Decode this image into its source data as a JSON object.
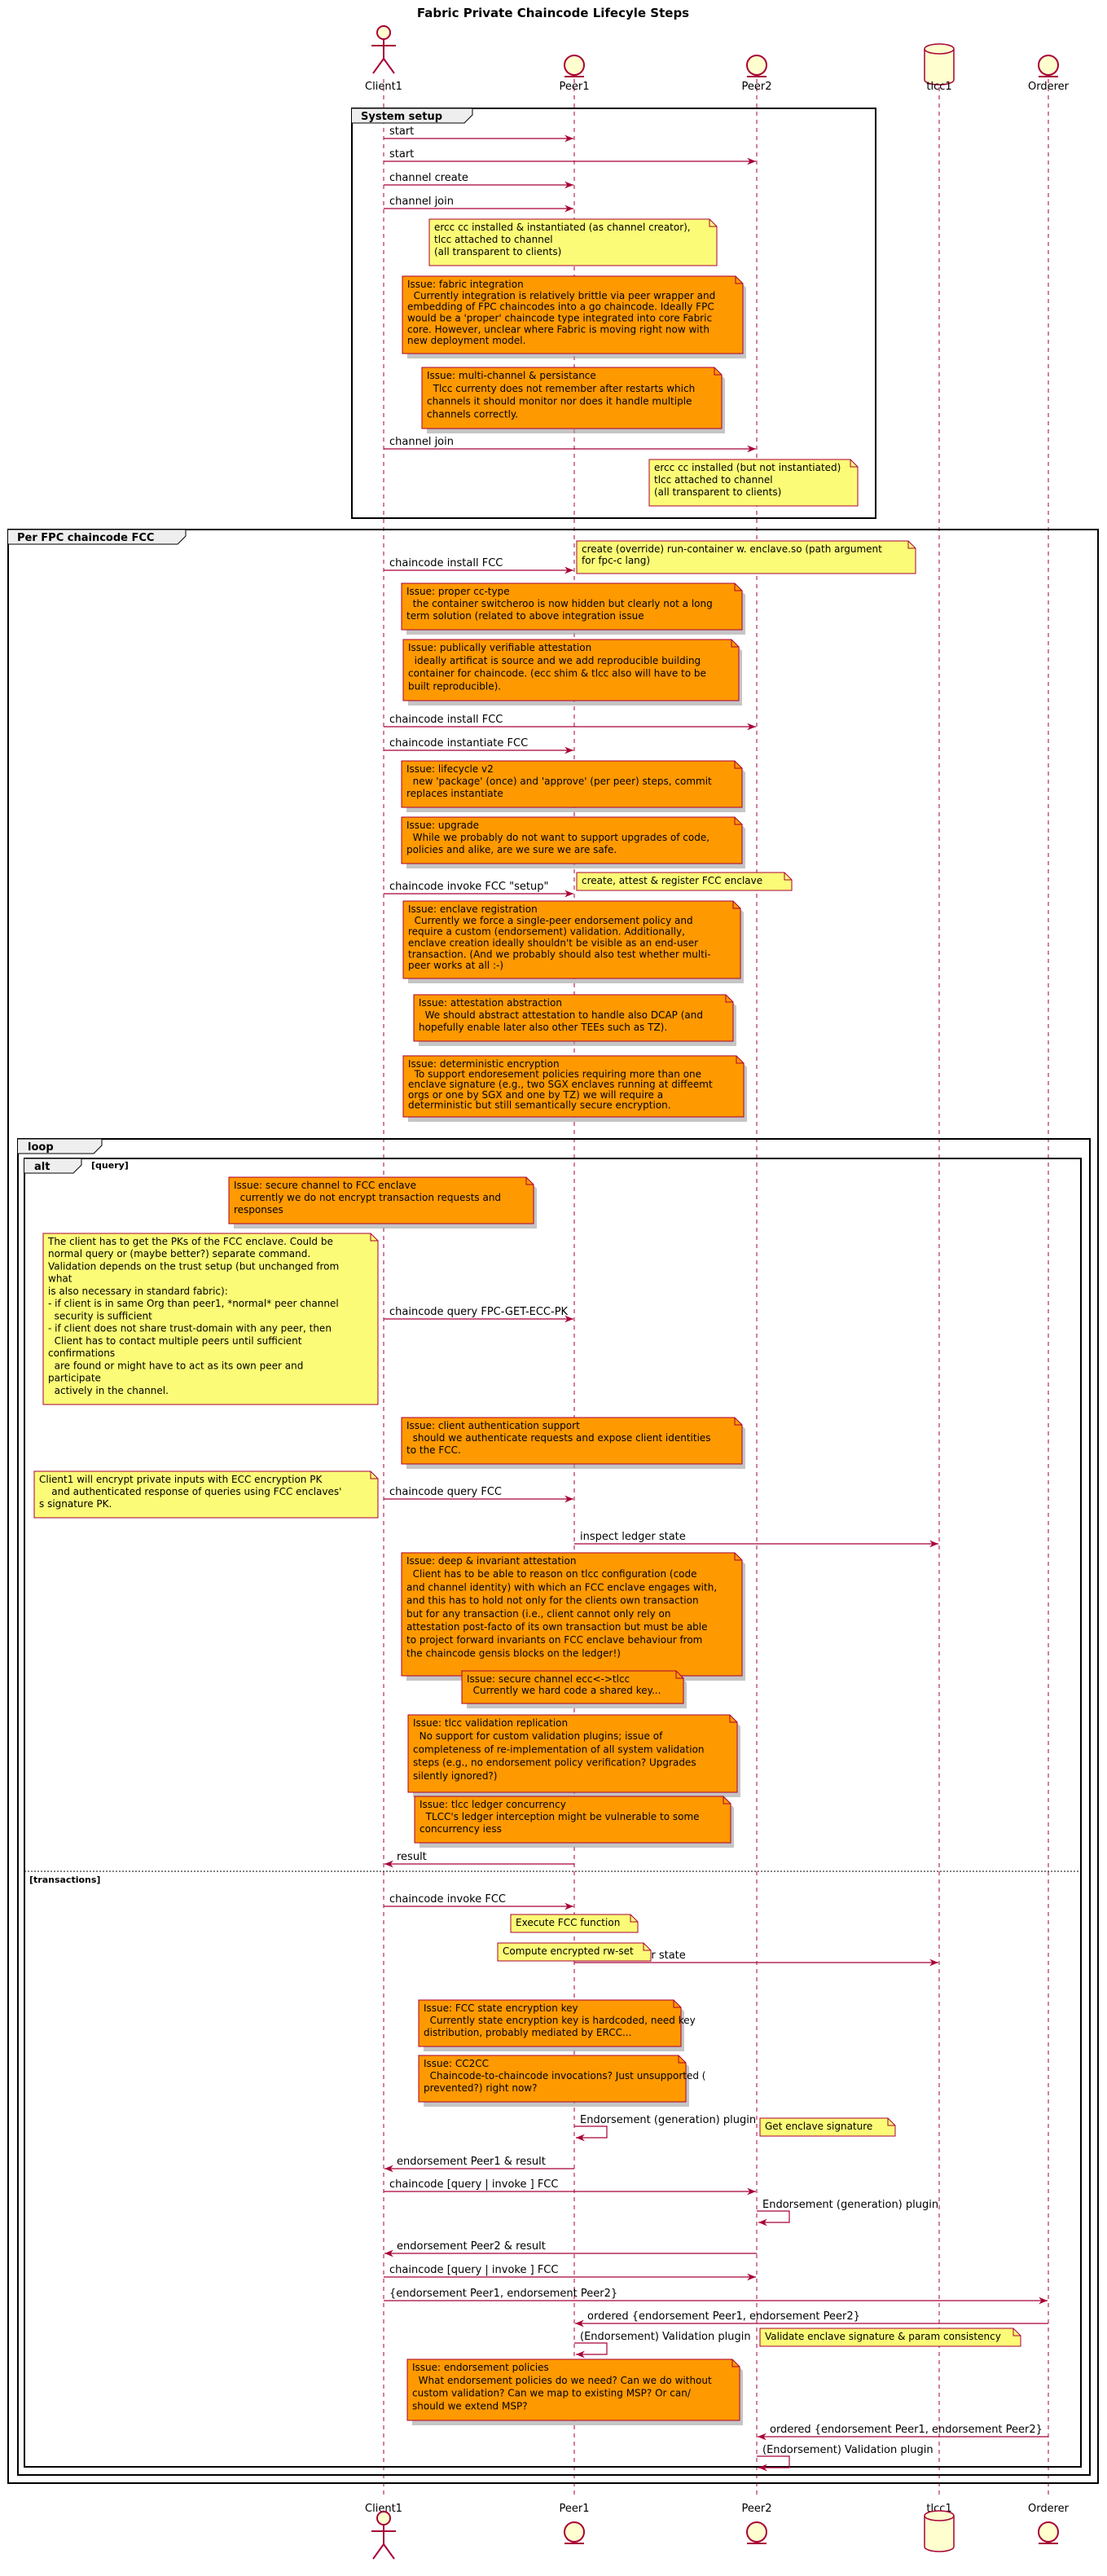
{
  "title": "Fabric Private Chaincode Lifecyle Steps",
  "participants": [
    {
      "id": "client1",
      "label": "Client1",
      "kind": "actor"
    },
    {
      "id": "peer1",
      "label": "Peer1",
      "kind": "entity"
    },
    {
      "id": "peer2",
      "label": "Peer2",
      "kind": "entity"
    },
    {
      "id": "tlcc1",
      "label": "tlcc1",
      "kind": "database"
    },
    {
      "id": "orderer",
      "label": "Orderer",
      "kind": "entity"
    }
  ],
  "frames": {
    "system_setup": "System setup",
    "per_fpc": "Per FPC chaincode FCC",
    "loop": "loop",
    "alt": "alt",
    "alt_query": "[query]",
    "alt_transactions": "[transactions]"
  },
  "messages": [
    {
      "text": "start"
    },
    {
      "text": "start"
    },
    {
      "text": "channel create"
    },
    {
      "text": "channel join"
    },
    {
      "text": "channel join"
    },
    {
      "text": "chaincode install FCC"
    },
    {
      "text": "chaincode install FCC"
    },
    {
      "text": "chaincode instantiate FCC"
    },
    {
      "text": "chaincode invoke FCC \"setup\""
    },
    {
      "text": "chaincode query FPC-GET-ECC-PK"
    },
    {
      "text": "chaincode query FCC"
    },
    {
      "text": "inspect ledger state"
    },
    {
      "text": "result"
    },
    {
      "text": "chaincode invoke FCC"
    },
    {
      "text": "inspect ledger state"
    },
    {
      "text": "Endorsement (generation) plugin"
    },
    {
      "text": "endorsement Peer1 & result"
    },
    {
      "text": "chaincode [query | invoke ] FCC"
    },
    {
      "text": "Endorsement (generation) plugin"
    },
    {
      "text": "endorsement Peer2 & result"
    },
    {
      "text": "chaincode [query | invoke ] FCC"
    },
    {
      "text": "{endorsement Peer1, endorsement Peer2}"
    },
    {
      "text": "ordered {endorsement Peer1, endorsement Peer2}"
    },
    {
      "text": "(Endorsement) Validation plugin"
    },
    {
      "text": "ordered {endorsement Peer1, endorsement Peer2}"
    },
    {
      "text": "(Endorsement) Validation plugin"
    }
  ],
  "notes": [
    {
      "lines": [
        "ercc cc installed & instantiated (as channel creator),",
        "tlcc attached to channel",
        "(all transparent to clients)"
      ]
    },
    {
      "lines": [
        "Issue: fabric integration",
        "  Currently integration is relatively brittle via peer wrapper and",
        "embedding of FPC chaincodes into a go chaincode. Ideally FPC",
        "would be a 'proper' chaincode type integrated into core Fabric",
        "core. However, unclear where Fabric is moving right now with",
        "new deployment model."
      ]
    },
    {
      "lines": [
        "Issue: multi-channel & persistance",
        "  Tlcc currenty does not remember after restarts which",
        "channels it should monitor nor does it handle multiple",
        "channels correctly."
      ]
    },
    {
      "lines": [
        "ercc cc installed (but not instantiated)",
        "tlcc attached to channel",
        "(all transparent to clients)"
      ]
    },
    {
      "lines": [
        "create (override) run-container w. enclave.so (path argument",
        "for fpc-c lang)"
      ]
    },
    {
      "lines": [
        "Issue: proper cc-type",
        "  the container switcheroo is now hidden but clearly not a long",
        "term solution (related to above integration issue"
      ]
    },
    {
      "lines": [
        "Issue: publically verifiable attestation",
        "  ideally artificat is source and we add reproducible building",
        "container for chaincode. (ecc shim & tlcc also will have to be",
        "built reproducible)."
      ]
    },
    {
      "lines": [
        "Issue: lifecycle v2",
        "  new 'package' (once) and 'approve' (per peer) steps, commit",
        "replaces instantiate"
      ]
    },
    {
      "lines": [
        "Issue: upgrade",
        "  While we probably do not want to support upgrades of code,",
        "policies and alike, are we sure we are safe."
      ]
    },
    {
      "lines": [
        "create, attest & register FCC enclave"
      ]
    },
    {
      "lines": [
        "Issue: enclave registration",
        "  Currently we force a single-peer endorsement policy and",
        "require a custom (endorsement) validation. Additionally,",
        "enclave creation ideally shouldn't be visible as an end-user",
        "transaction. (And we probably should also test whether multi-",
        "peer works at all :-)"
      ]
    },
    {
      "lines": [
        "Issue: attestation abstraction",
        "  We should abstract attestation to handle also DCAP (and",
        "hopefully enable later also other TEEs such as TZ)."
      ]
    },
    {
      "lines": [
        "Issue: deterministic encryption",
        "  To support endoresement policies requiring more than one",
        "enclave signature (e.g., two SGX enclaves running at diffeemt",
        "orgs or one by SGX and one by TZ) we will require a",
        "deterministic but still semantically secure encryption."
      ]
    },
    {
      "lines": [
        "Issue: secure channel to FCC enclave",
        "  currently we do not encrypt transaction requests and",
        "responses"
      ]
    },
    {
      "lines": [
        "The client has to get the PKs of the FCC enclave. Could be",
        "normal query or (maybe better?) separate command.",
        "Validation depends on the trust setup (but unchanged from",
        "what",
        "is also necessary in standard fabric):",
        "- if client is in same Org than peer1, *normal* peer channel",
        "  security is sufficient",
        "- if client does not share trust-domain with any peer, then",
        "  Client has to contact multiple peers until sufficient",
        "confirmations",
        "  are found or might have to act as its own peer and",
        "participate",
        "  actively in the channel."
      ]
    },
    {
      "lines": [
        "Issue: client authentication support",
        "  should we authenticate requests and expose client identities",
        "to the FCC."
      ]
    },
    {
      "lines": [
        "Client1 will encrypt private inputs with ECC encryption PK",
        "    and authenticated response of queries using FCC enclaves'",
        "s signature PK."
      ]
    },
    {
      "lines": [
        "Issue: deep & invariant attestation",
        "  Client has to be able to reason on tlcc configuration (code",
        "and channel identity) with which an FCC enclave engages with,",
        "and this has to hold not only for the clients own transaction",
        "but for any transaction (i.e., client cannot only rely on",
        "attestation post-facto of its own transaction but must be able",
        "to project forward invariants on FCC enclave behaviour from",
        "the chaincode gensis blocks on the ledger!)"
      ]
    },
    {
      "lines": [
        "Issue: secure channel ecc<->tlcc",
        "  Currently we hard code a shared key..."
      ]
    },
    {
      "lines": [
        "Issue: tlcc validation replication",
        "  No support for custom validation plugins; issue of",
        "completeness of re-implementation of all system validation",
        "steps (e.g., no endorsement policy verification? Upgrades",
        "silently ignored?)"
      ]
    },
    {
      "lines": [
        "Issue: tlcc ledger concurrency",
        "  TLCC's ledger interception might be vulnerable to some",
        "concurrency iess"
      ]
    },
    {
      "lines": [
        "Execute FCC function"
      ]
    },
    {
      "lines": [
        "Compute encrypted rw-set"
      ]
    },
    {
      "lines": [
        "Issue: FCC state encryption key",
        "  Currently state encryption key is hardcoded, need key",
        "distribution, probably mediated by ERCC..."
      ]
    },
    {
      "lines": [
        "Issue: CC2CC",
        "  Chaincode-to-chaincode invocations? Just unsupported (",
        "prevented?) right now?"
      ]
    },
    {
      "lines": [
        "Get enclave signature"
      ]
    },
    {
      "lines": [
        "Validate enclave signature & param consistency"
      ]
    },
    {
      "lines": [
        "Issue: endorsement policies",
        "  What endorsement policies do we need? Can we do without",
        "custom validation? Can we map to existing MSP? Or can/",
        "should we extend MSP?"
      ]
    }
  ],
  "colors": {
    "line": "#a80036",
    "participant_fill": "#fefece",
    "note_fill": "#fbfb77",
    "issue_fill": "#ff9900",
    "frame": "#000000"
  }
}
